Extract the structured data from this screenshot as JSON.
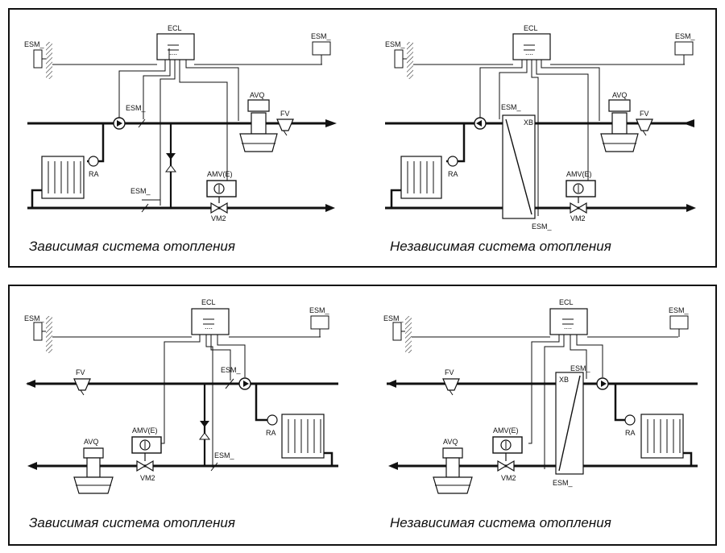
{
  "labels": {
    "ecl": "ECL",
    "esm": "ESM_",
    "avq": "AVQ",
    "fv": "FV",
    "ra": "RA",
    "amv": "AMV(E)",
    "vm2": "VM2",
    "xb": "XB"
  },
  "captions": {
    "dependent": "Зависимая система отопления",
    "independent": "Независимая система отопления"
  }
}
